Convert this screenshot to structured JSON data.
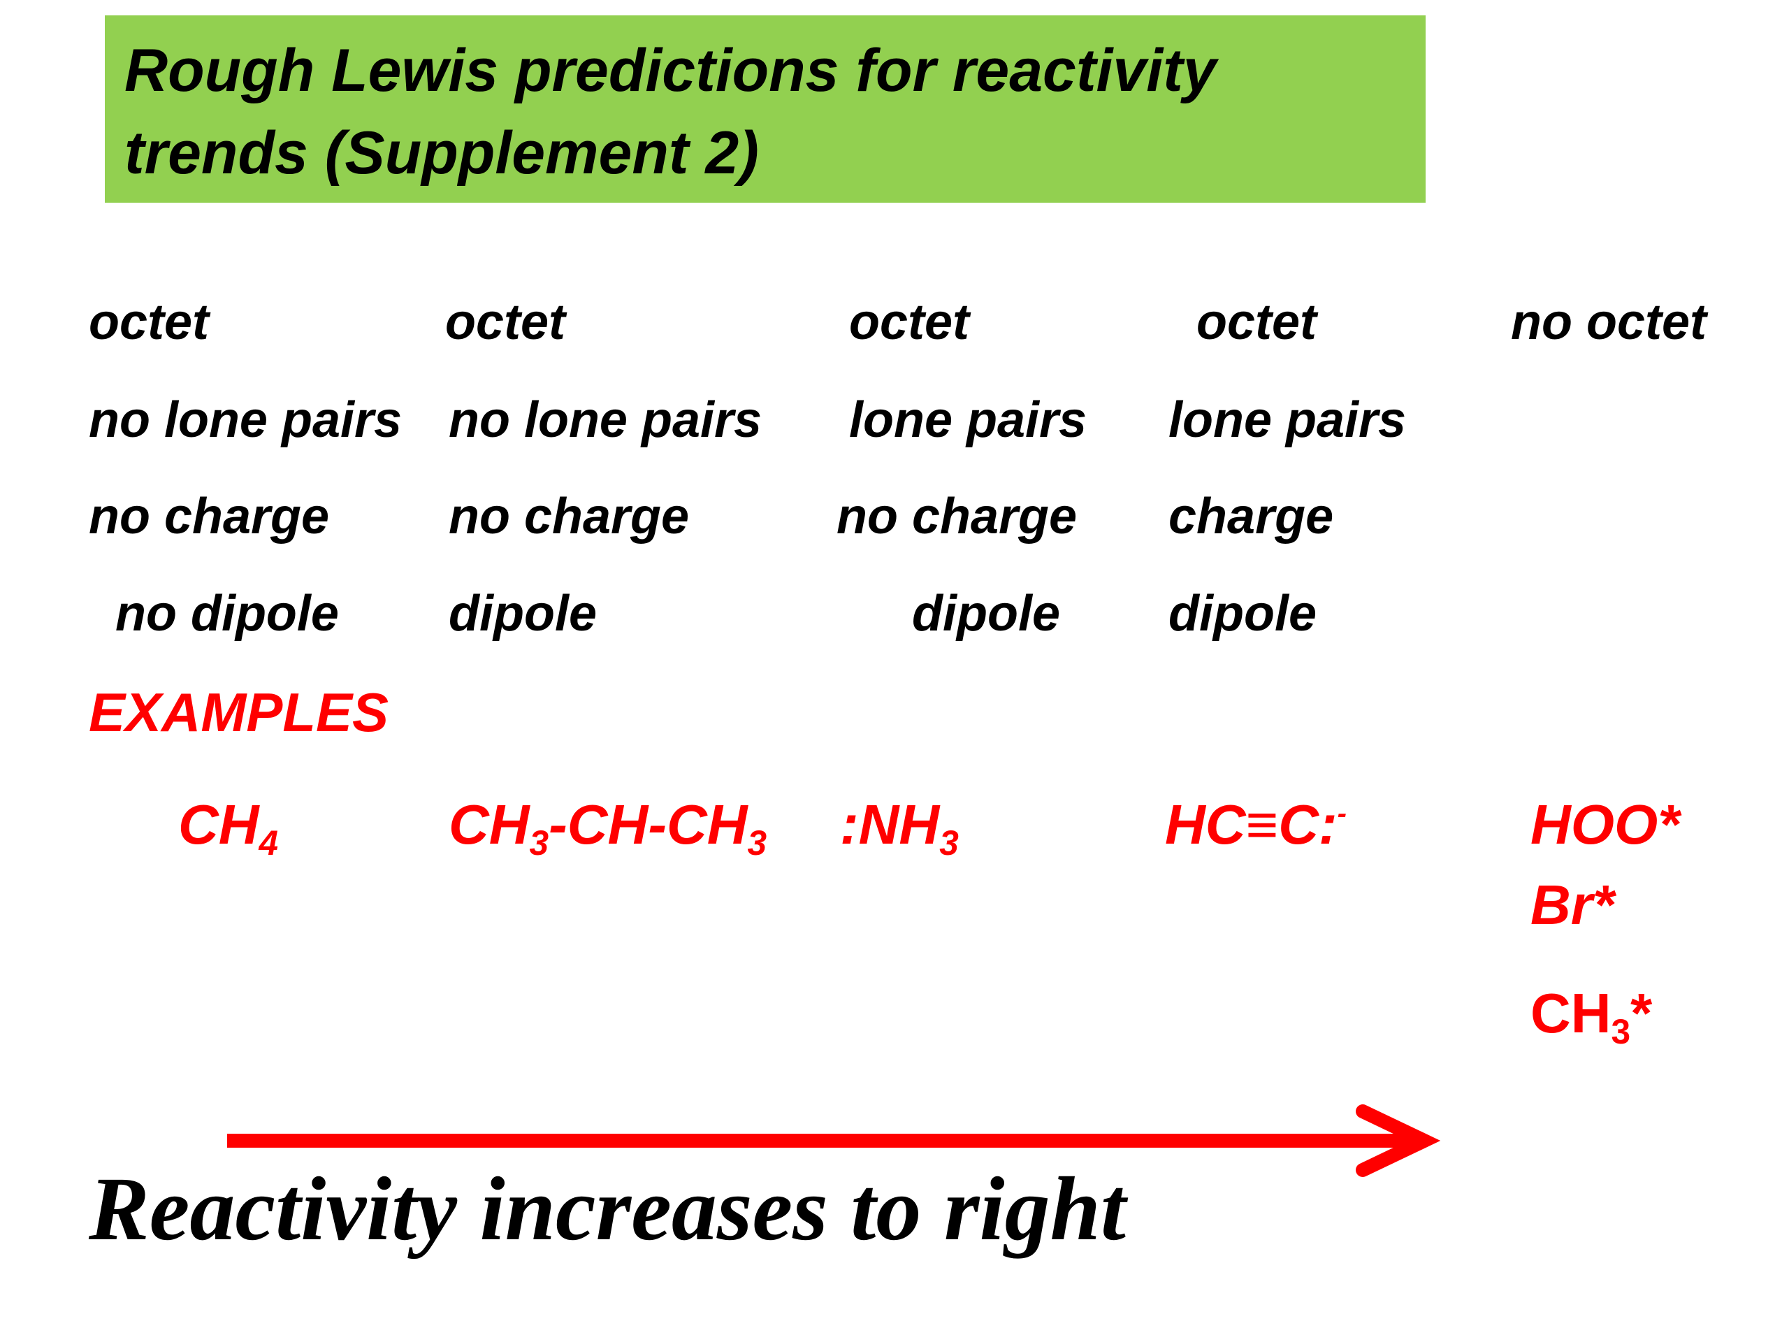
{
  "title": {
    "line1": "Rough Lewis predictions for reactivity",
    "line2": "trends (Supplement 2)"
  },
  "columns": [
    {
      "octet": "octet",
      "lone_pairs": "no lone pairs",
      "charge": "no charge",
      "dipole": "no dipole"
    },
    {
      "octet": "octet",
      "lone_pairs": "no lone pairs",
      "charge": "no charge",
      "dipole": "dipole"
    },
    {
      "octet": "octet",
      "lone_pairs": "lone pairs",
      "charge": "no charge",
      "dipole": "dipole"
    },
    {
      "octet": "octet",
      "lone_pairs": "lone pairs",
      "charge": "charge",
      "dipole": "dipole"
    },
    {
      "octet": "no octet"
    }
  ],
  "examples_label": "EXAMPLES",
  "examples": {
    "ch4": {
      "base": "CH",
      "sub": "4"
    },
    "propyl": {
      "p1": "CH",
      "s1": "3",
      "p2": "-CH-CH",
      "s2": "3"
    },
    "ammonia": {
      "base": ":NH",
      "sub": "3"
    },
    "acetylide": {
      "base": "HC≡C:",
      "sup": "-"
    },
    "hoo": "HOO*",
    "br": "Br*",
    "methyl": {
      "base": "CH",
      "sub": "3",
      "tail": "*"
    }
  },
  "arrow_color": "#ff0000",
  "title_bg": "#92d050",
  "footer": "Reactivity increases to right"
}
